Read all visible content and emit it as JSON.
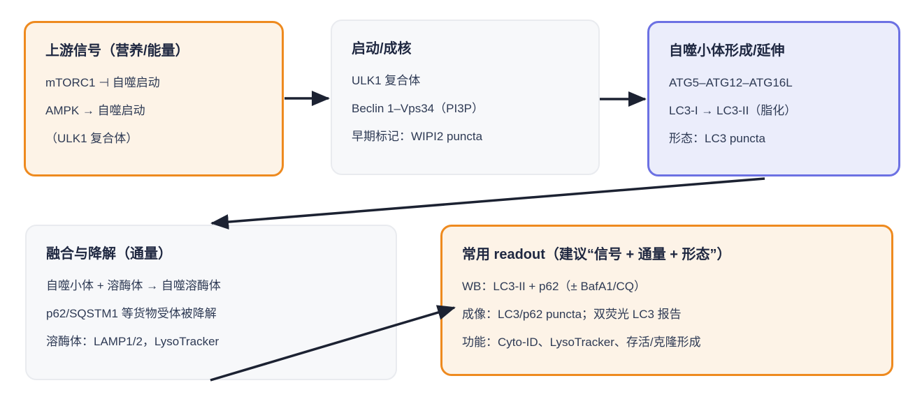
{
  "diagram": {
    "title_hint": "autophagy-pathway-flowchart",
    "boxes": [
      {
        "id": "upstream",
        "accent": "orange",
        "title": "上游信号（营养/能量）",
        "lines": [
          "mTORC1 ⊣ 自噬启动",
          "AMPK → 自噬启动",
          "（ULK1 复合体）"
        ]
      },
      {
        "id": "initiation",
        "accent": "gray",
        "title": "启动/成核",
        "lines": [
          "ULK1 复合体",
          "Beclin 1–Vps34（PI3P）",
          "早期标记：WIPI2 puncta"
        ]
      },
      {
        "id": "formation",
        "accent": "indigo",
        "title": "自噬小体形成/延伸",
        "lines": [
          "ATG5–ATG12–ATG16L",
          "LC3-I → LC3-II（脂化）",
          "形态：LC3 puncta"
        ]
      },
      {
        "id": "fusion",
        "accent": "gray",
        "title": "融合与降解（通量）",
        "lines": [
          "自噬小体 + 溶酶体 → 自噬溶酶体",
          "p62/SQSTM1 等货物受体被降解",
          "溶酶体：LAMP1/2，LysoTracker"
        ]
      },
      {
        "id": "readout",
        "accent": "orange",
        "title": "常用 readout（建议“信号 + 通量 + 形态”）",
        "lines": [
          "WB：LC3-II + p62（± BafA1/CQ）",
          "成像：LC3/p62 puncta；双荧光 LC3 报告",
          "功能：Cyto-ID、LysoTracker、存活/克隆形成"
        ]
      }
    ],
    "colors": {
      "orange_border": "#ee8a1f",
      "orange_fill": "#fdf3e7",
      "gray_border": "#e9ebef",
      "gray_fill": "#f7f8fa",
      "indigo_border": "#6c71e3",
      "indigo_fill": "#ebedfb",
      "arrow": "#1c2232",
      "title_text": "#1e2740",
      "body_text": "#2e3a54",
      "canvas_bg": "#ffffff"
    }
  }
}
